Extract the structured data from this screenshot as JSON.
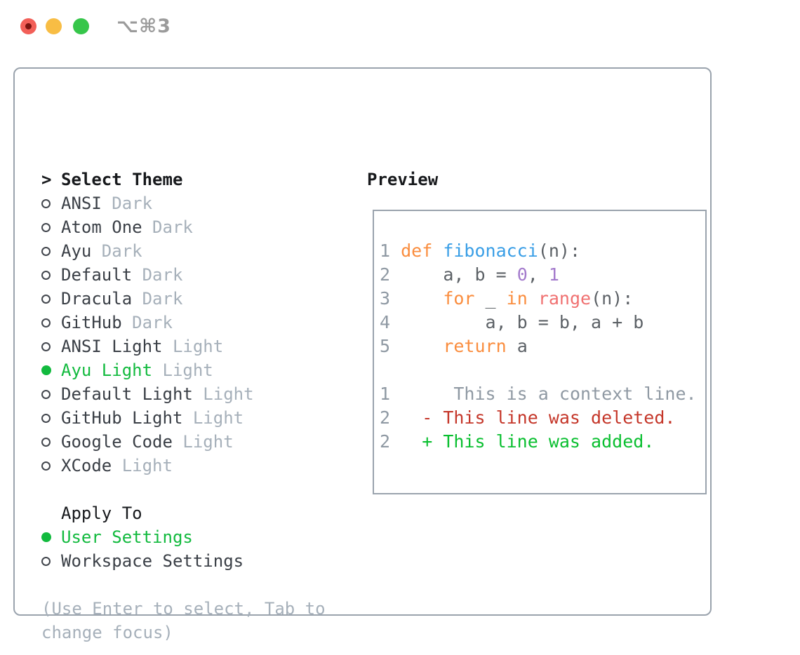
{
  "titlebar": {
    "title": "⌥⌘3"
  },
  "colors": {
    "window_title": "#9b9b9b",
    "card_border": "#9aa3ad",
    "traffic_red": "#f25f58",
    "traffic_yellow": "#f8bd44",
    "traffic_green": "#36c64a",
    "header_text": "#17191c",
    "item_text": "#3a3f46",
    "muted_text": "#a6b0ba",
    "selected_green": "#12ba3e",
    "code": {
      "fg": "#5c6166",
      "lineno": "#8f99a3",
      "keyword": "#fa8d3e",
      "func": "#399ee6",
      "builtin": "#f07171",
      "number": "#a37acc",
      "context": "#8f99a3",
      "removed": "#c5372a",
      "added": "#0abf30"
    }
  },
  "theme_list": {
    "header": "Select Theme",
    "items": [
      {
        "name": "ANSI",
        "tag": "Dark",
        "selected": false
      },
      {
        "name": "Atom One",
        "tag": "Dark",
        "selected": false
      },
      {
        "name": "Ayu",
        "tag": "Dark",
        "selected": false
      },
      {
        "name": "Default",
        "tag": "Dark",
        "selected": false
      },
      {
        "name": "Dracula",
        "tag": "Dark",
        "selected": false
      },
      {
        "name": "GitHub",
        "tag": "Dark",
        "selected": false
      },
      {
        "name": "ANSI Light",
        "tag": "Light",
        "selected": false
      },
      {
        "name": "Ayu Light",
        "tag": "Light",
        "selected": true
      },
      {
        "name": "Default Light",
        "tag": "Light",
        "selected": false
      },
      {
        "name": "GitHub Light",
        "tag": "Light",
        "selected": false
      },
      {
        "name": "Google Code",
        "tag": "Light",
        "selected": false
      },
      {
        "name": "XCode",
        "tag": "Light",
        "selected": false
      }
    ]
  },
  "apply_to": {
    "header": "Apply To",
    "options": [
      {
        "label": "User Settings",
        "selected": true
      },
      {
        "label": "Workspace Settings",
        "selected": false
      }
    ]
  },
  "hint": "(Use Enter to select, Tab to change focus)",
  "preview": {
    "header": "Preview",
    "code_lines": [
      [
        {
          "t": "1 ",
          "c": "lineno"
        },
        {
          "t": "def ",
          "c": "keyword"
        },
        {
          "t": "fibonacci",
          "c": "func"
        },
        {
          "t": "(n):",
          "c": "fg"
        }
      ],
      [
        {
          "t": "2 ",
          "c": "lineno"
        },
        {
          "t": "    a, b = ",
          "c": "fg"
        },
        {
          "t": "0",
          "c": "number"
        },
        {
          "t": ", ",
          "c": "fg"
        },
        {
          "t": "1",
          "c": "number"
        }
      ],
      [
        {
          "t": "3 ",
          "c": "lineno"
        },
        {
          "t": "    ",
          "c": "fg"
        },
        {
          "t": "for",
          "c": "keyword"
        },
        {
          "t": " _ ",
          "c": "fg"
        },
        {
          "t": "in",
          "c": "keyword"
        },
        {
          "t": " ",
          "c": "fg"
        },
        {
          "t": "range",
          "c": "builtin"
        },
        {
          "t": "(n):",
          "c": "fg"
        }
      ],
      [
        {
          "t": "4 ",
          "c": "lineno"
        },
        {
          "t": "        a, b = b, a + b",
          "c": "fg"
        }
      ],
      [
        {
          "t": "5 ",
          "c": "lineno"
        },
        {
          "t": "    ",
          "c": "fg"
        },
        {
          "t": "return",
          "c": "keyword"
        },
        {
          "t": " a",
          "c": "fg"
        }
      ],
      [],
      [
        {
          "t": "1",
          "c": "lineno"
        },
        {
          "t": "      ",
          "c": "fg"
        },
        {
          "t": "This is a context line.",
          "c": "context"
        }
      ],
      [
        {
          "t": "2",
          "c": "lineno"
        },
        {
          "t": "   ",
          "c": "fg"
        },
        {
          "t": "- This line was deleted.",
          "c": "removed"
        }
      ],
      [
        {
          "t": "2",
          "c": "lineno"
        },
        {
          "t": "   ",
          "c": "fg"
        },
        {
          "t": "+ This line was added.",
          "c": "added"
        }
      ]
    ]
  }
}
